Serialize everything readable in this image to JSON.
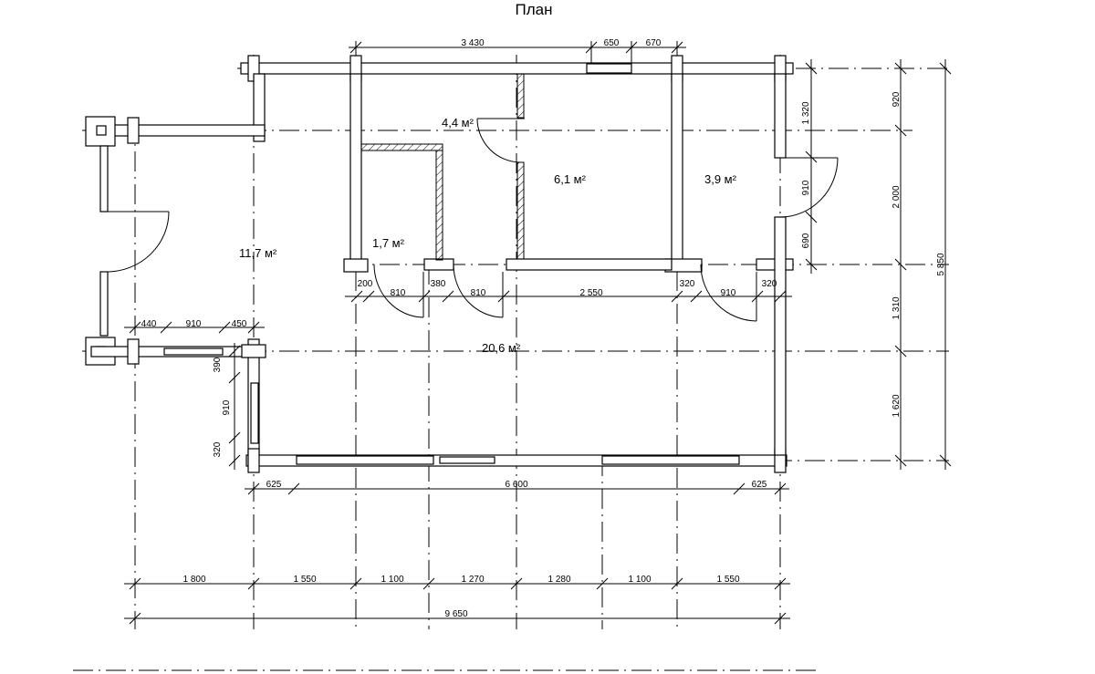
{
  "title": "План",
  "rooms": [
    {
      "area": "11,7 м²"
    },
    {
      "area": "4,4 м²"
    },
    {
      "area": "1,7 м²"
    },
    {
      "area": "6,1 м²"
    },
    {
      "area": "3,9 м²"
    },
    {
      "area": "20,6 м²"
    }
  ],
  "dims": {
    "top": [
      "3 430",
      "650",
      "670"
    ],
    "doors_row": [
      "200",
      "810",
      "380",
      "810",
      "2 550",
      "320",
      "910",
      "320"
    ],
    "porch": [
      "440",
      "910",
      "450"
    ],
    "left": [
      "390",
      "910",
      "320"
    ],
    "inner_bottom": [
      "625",
      "6 600",
      "625"
    ],
    "right_inner": [
      "1 320",
      "910",
      "690"
    ],
    "right_outer": [
      "920",
      "2 000",
      "1 310",
      "1 620"
    ],
    "right_total": "5 850",
    "axes_bottom": [
      "1 800",
      "1 550",
      "1 100",
      "1 270",
      "1 280",
      "1 100",
      "1 550"
    ],
    "axes_total": "9 650"
  }
}
